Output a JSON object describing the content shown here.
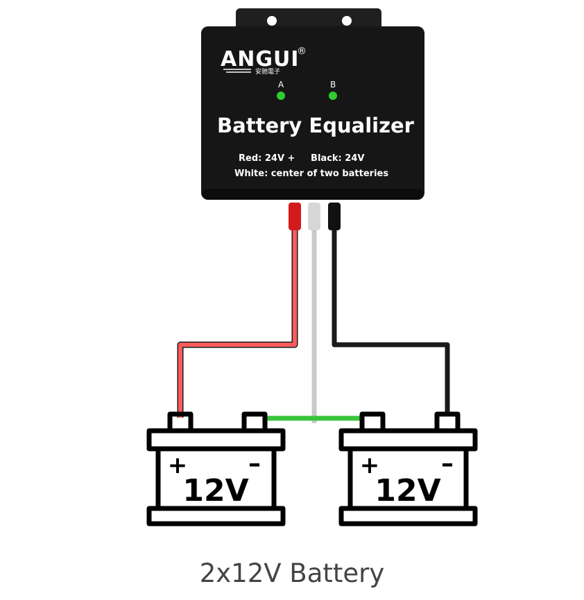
{
  "device": {
    "brand": "ANGUI",
    "brand_mark": "®",
    "brand_sub": "安驰電子",
    "led_a": "A",
    "led_b": "B",
    "title": "Battery Equalizer",
    "wiring_line1": "Red: 24V +     Black: 24V",
    "wiring_line2": "White: center of two batteries"
  },
  "batteries": [
    {
      "plus": "+",
      "minus": "–",
      "voltage": "12V"
    },
    {
      "plus": "+",
      "minus": "–",
      "voltage": "12V"
    }
  ],
  "caption": "2x12V Battery",
  "colors": {
    "device_body": "#161616",
    "led": "#2ecc2e",
    "wire_red": "#ff5b5b",
    "wire_white": "#c9c9c9",
    "wire_black": "#1a1a1a",
    "link_green": "#39c439",
    "battery_outline": "#000000"
  }
}
